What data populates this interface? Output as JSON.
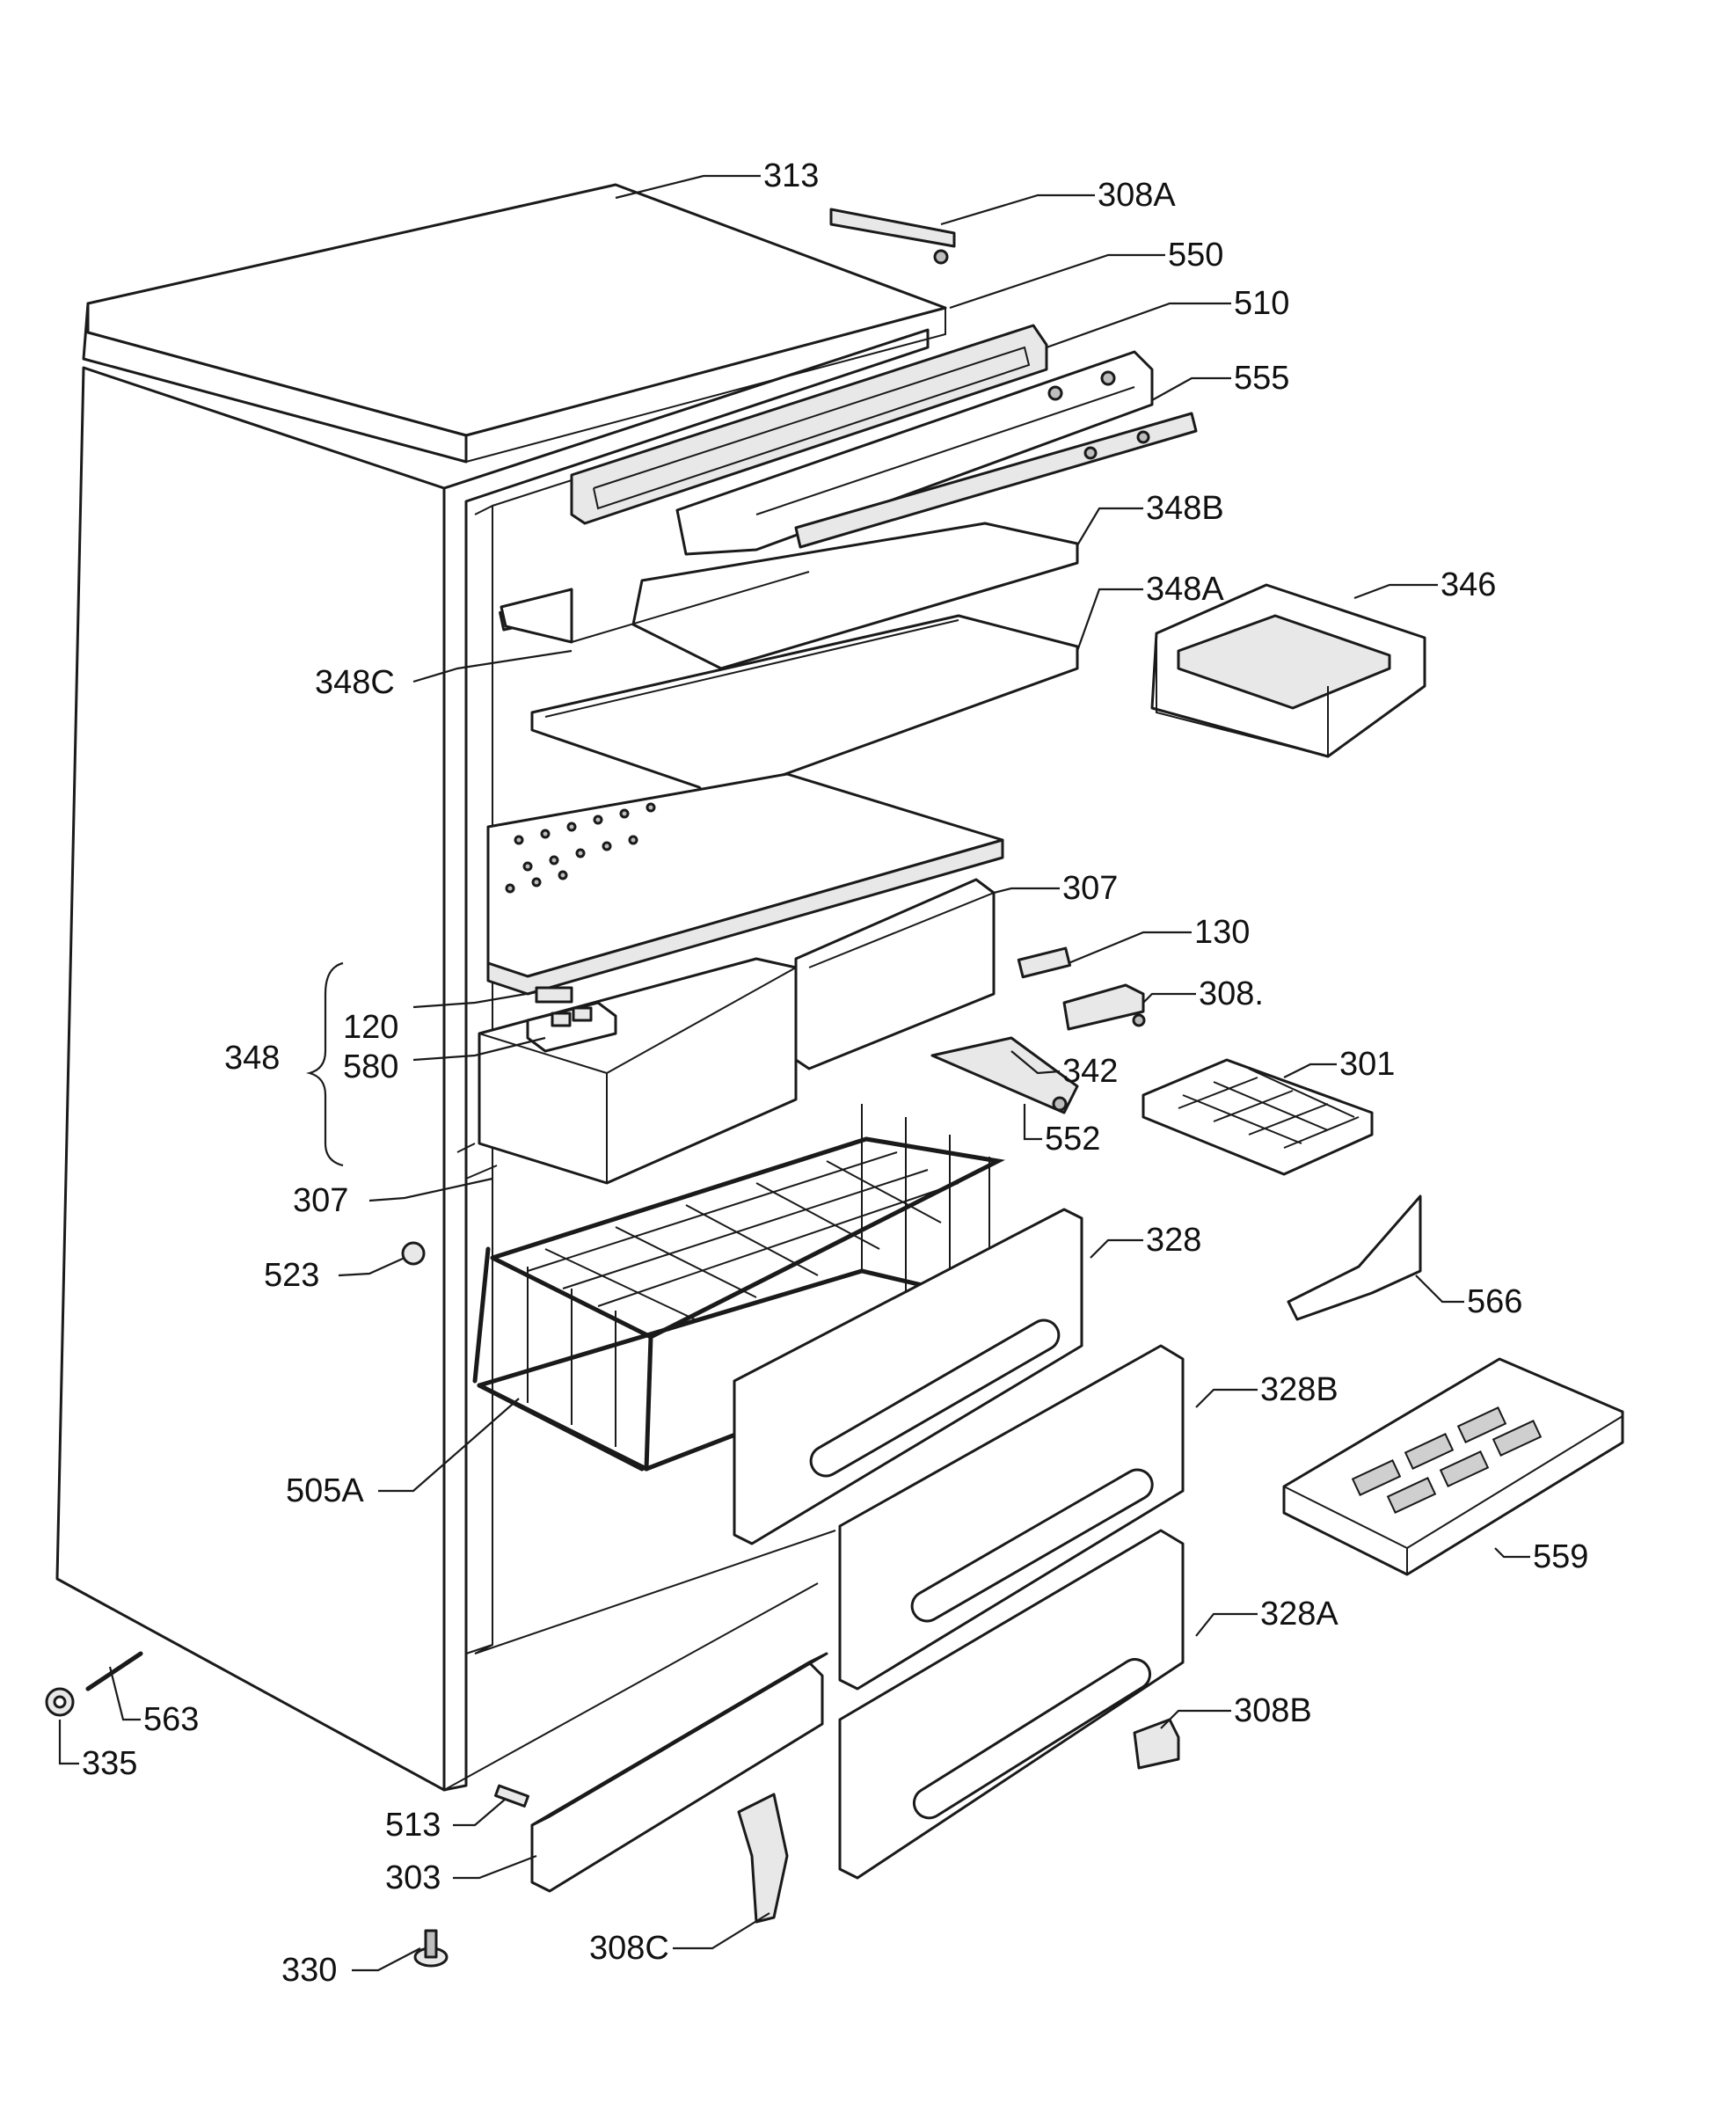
{
  "labels": {
    "l313": "313",
    "l308a": "308A",
    "l550": "550",
    "l510": "510",
    "l555": "555",
    "l348b": "348B",
    "l348a": "348A",
    "l346": "346",
    "l348c": "348C",
    "l307_top": "307",
    "l130": "130",
    "l308": "308.",
    "l120": "120",
    "l580": "580",
    "l348": "348",
    "l342": "342",
    "l301": "301",
    "l552": "552",
    "l307_bottom": "307",
    "l328": "328",
    "l523": "523",
    "l566": "566",
    "l328b": "328B",
    "l505a": "505A",
    "l559": "559",
    "l328a": "328A",
    "l563": "563",
    "l335": "335",
    "l308b": "308B",
    "l513": "513",
    "l303": "303",
    "l308c": "308C",
    "l330": "330"
  },
  "colors": {
    "line": "#1a1a1a",
    "fill": "#ffffff",
    "shade": "#e8e8e8"
  }
}
